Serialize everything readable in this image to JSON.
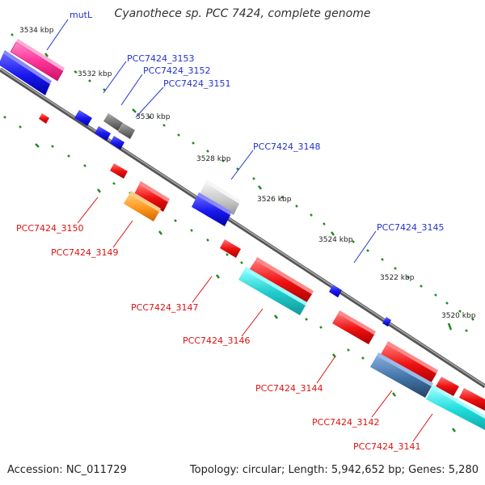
{
  "title": "Cyanothece sp. PCC 7424, complete genome",
  "footer": {
    "accession": "Accession: NC_011729",
    "summary": "Topology: circular; Length: 5,942,652 bp; Genes: 5,280"
  },
  "kbp_labels": [
    "3534 kbp",
    "3532 kbp",
    "3530 kbp",
    "3528 kbp",
    "3526 kbp",
    "3524 kbp",
    "3522 kbp",
    "3520 kbp"
  ],
  "gene_labels_top": [
    "mutL",
    "PCC7424_3153",
    "PCC7424_3152",
    "PCC7424_3151",
    "PCC7424_3148",
    "PCC7424_3145"
  ],
  "gene_labels_bottom": [
    "PCC7424_3150",
    "PCC7424_3149",
    "PCC7424_3147",
    "PCC7424_3146",
    "PCC7424_3144",
    "PCC7424_3142",
    "PCC7424_3141"
  ],
  "colors": {
    "backbone": "#777777",
    "forward_strand": "#1a1aee",
    "reverse_strand": "#ee1111",
    "mutL": "#ff3399",
    "gray_gene": "#777777",
    "light_gray_gene": "#cccccc",
    "orange_gene": "#ff9922",
    "teal_gene": "#22cccc",
    "steel_gene": "#4477aa",
    "cyan_gene": "#22dddd",
    "tick": "#228822"
  }
}
